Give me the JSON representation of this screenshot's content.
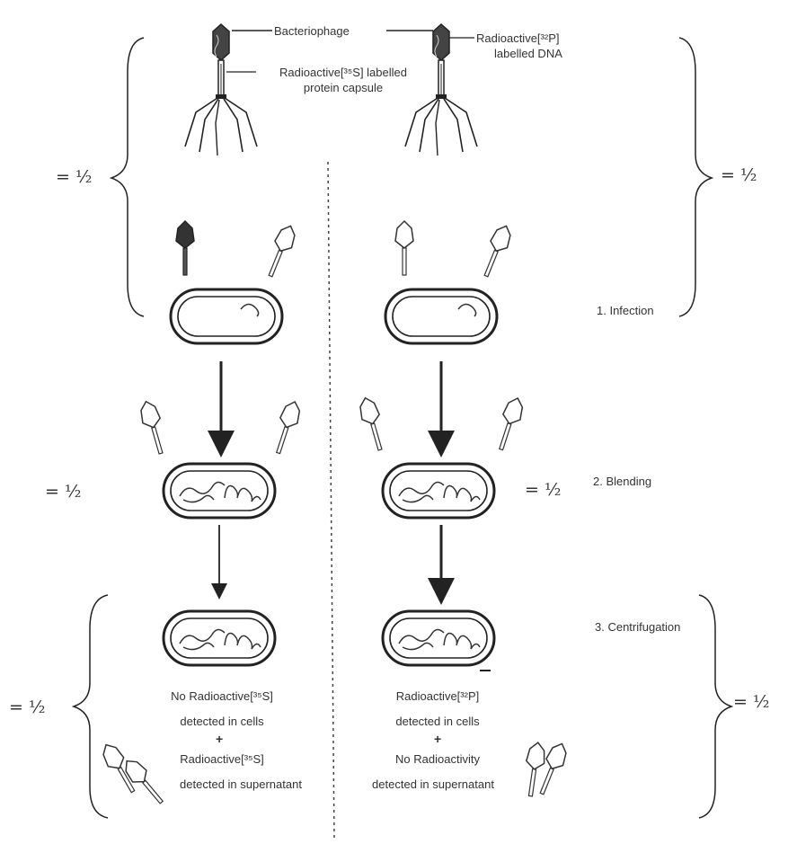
{
  "labels": {
    "bacteriophage": "Bacteriophage",
    "radioactive_s_label_line1": "Radioactive[³⁵S] labelled",
    "radioactive_s_label_line2": "protein capsule",
    "radioactive_p_label_line1": "Radioactive[³²P]",
    "radioactive_p_label_line2": "labelled DNA"
  },
  "stages": {
    "infection": "1. Infection",
    "blending": "2. Blending",
    "centrifugation": "3. Centrifugation"
  },
  "marks": {
    "half": "= ½",
    "plus": "+"
  },
  "results": {
    "left_line1": "No Radioactive[³⁵S]",
    "left_line2": "detected in cells",
    "left_line3": "Radioactive[³⁵S]",
    "left_line4": "detected in supernatant",
    "right_line1": "Radioactive[³²P]",
    "right_line2": "detected in cells",
    "right_line3": "No Radioactivity",
    "right_line4": "detected in supernatant"
  }
}
